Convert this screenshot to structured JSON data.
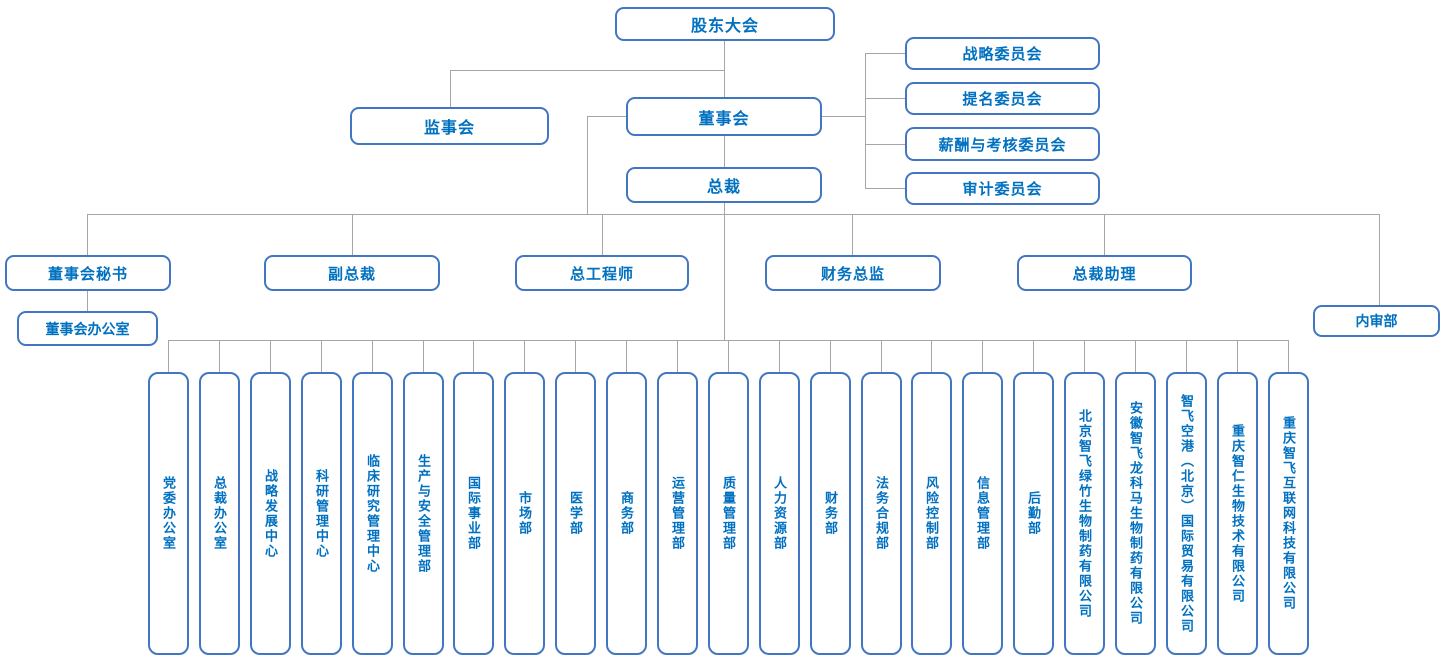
{
  "palette": {
    "box_border_blue": "#4276c3",
    "text_blue": "#0070c0",
    "connector_gray": "#a6a6a6"
  },
  "org": {
    "shareholders": "股东大会",
    "supervisory_board": "监事会",
    "board": "董事会",
    "president": "总裁",
    "committees": [
      "战略委员会",
      "提名委员会",
      "薪酬与考核委员会",
      "审计委员会"
    ],
    "executives": [
      "董事会秘书",
      "副总裁",
      "总工程师",
      "财务总监",
      "总裁助理"
    ],
    "board_office": "董事会办公室",
    "internal_audit": "内审部",
    "departments": [
      "党委办公室",
      "总裁办公室",
      "战略发展中心",
      "科研管理中心",
      "临床研究管理中心",
      "生产与安全管理部",
      "国际事业部",
      "市场部",
      "医学部",
      "商务部",
      "运营管理部",
      "质量管理部",
      "人力资源部",
      "财务部",
      "法务合规部",
      "风险控制部",
      "信息管理部",
      "后勤部",
      "北京智飞绿竹生物制药有限公司",
      "安徽智飞龙科马生物制药有限公司",
      "智飞空港（北京）国际贸易有限公司",
      "重庆智仁生物技术有限公司",
      "重庆智飞互联网科技有限公司"
    ]
  }
}
